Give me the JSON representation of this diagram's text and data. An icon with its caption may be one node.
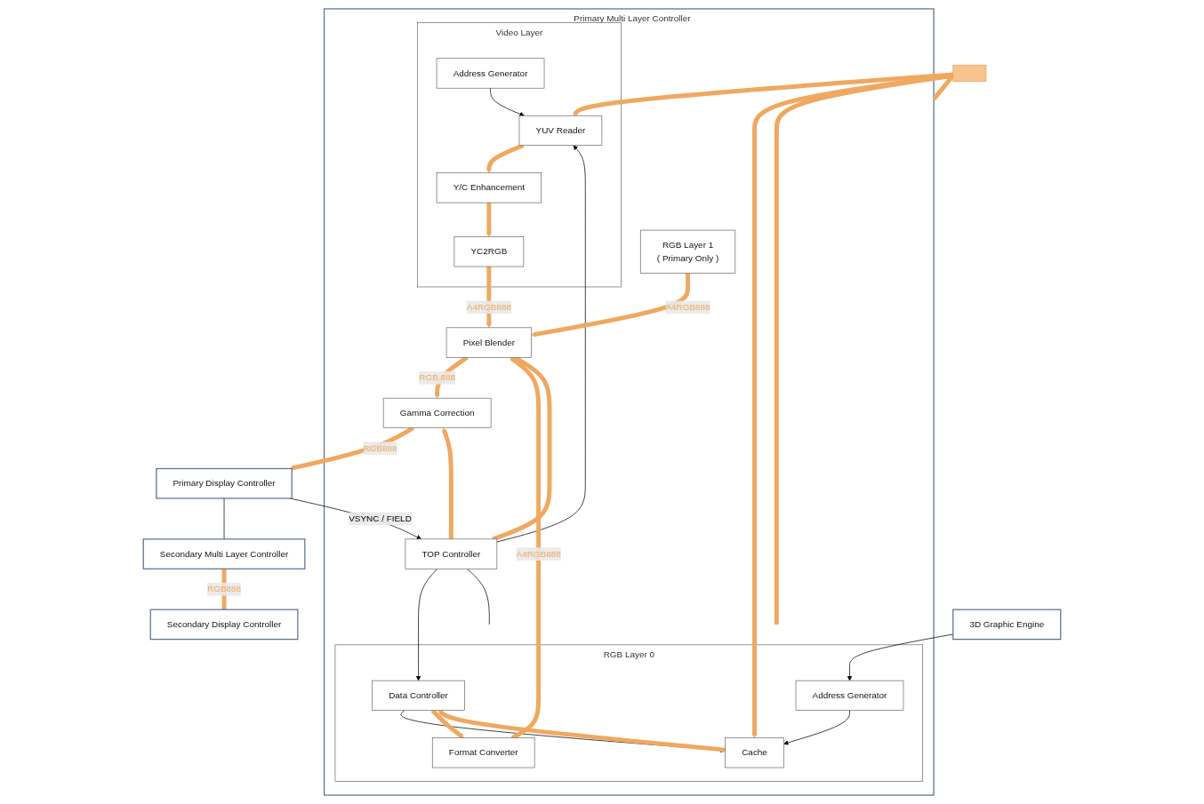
{
  "diagram": {
    "nodes": [
      {
        "text": [
          "Secondary Multi Layer Controller"
        ]
      },
      {
        "text": [
          "Primary Multi Layer Controller"
        ]
      },
      {
        "text": [
          "Video Layer"
        ],
        "in": 1
      },
      {
        "text": [
          "YUV Reader"
        ],
        "in": 2
      },
      {
        "text": [
          "Y/C Enhancement"
        ],
        "in": 2
      },
      {
        "text": [
          "Address Generator"
        ],
        "in": 2
      },
      {
        "text": [
          "YC2RGB"
        ],
        "in": 2
      },
      {
        "text": [
          "TOP Controller"
        ],
        "in": 1
      },
      {
        "text": [
          "RGB Layer 1",
          "( Primary Only )"
        ],
        "in": 1
      },
      {
        "text": [
          "RGB Layer 0"
        ],
        "in": 1
      },
      {
        "text": [
          "Cache"
        ],
        "in": 9
      },
      {
        "text": [
          "Data Controller"
        ],
        "in": 9
      },
      {
        "text": [
          "Address Generator"
        ],
        "in": 9
      },
      {
        "text": [
          "Format Converter"
        ],
        "in": 9
      },
      {
        "text": [
          "Pixel Blender"
        ],
        "in": 1
      },
      {
        "text": [
          "Gamma Correction"
        ],
        "in": 1
      },
      {
        "text": [
          "Primary Display Controller"
        ]
      },
      {
        "text": [
          "Secondary Display Controller"
        ]
      },
      {
        "text": [
          "3D Graphic Engine"
        ]
      },
      {
        "text": [],
        "shape": "bar"
      }
    ],
    "edges": [
      {
        "from": 19,
        "to": 3,
        "arrow": "to"
      },
      {
        "from": 19,
        "to": 10,
        "arrow": "to"
      },
      {
        "from": 19,
        "to": 1,
        "arrow": "none"
      },
      {
        "from": 19,
        "to": 9,
        "arrow": "none"
      },
      {
        "from": 7,
        "to": 3,
        "arrow": "to",
        "color": "#000000"
      },
      {
        "from": 5,
        "to": 3,
        "arrow": "to",
        "color": "#000000"
      },
      {
        "from": 3,
        "to": 4,
        "arrow": "to"
      },
      {
        "from": 4,
        "to": 6,
        "arrow": "to"
      },
      {
        "from": 6,
        "to": 14,
        "arrow": "to",
        "label": "A4RGB888"
      },
      {
        "from": 7,
        "to": 11,
        "arrow": "to",
        "color": "#000000"
      },
      {
        "from": 7,
        "to": 9,
        "arrow": "none",
        "color": "#000000"
      },
      {
        "from": 11,
        "to": 10,
        "arrow": "to",
        "color": "#000000"
      },
      {
        "from": 12,
        "to": 10,
        "arrow": "to",
        "color": "#000000"
      },
      {
        "from": 18,
        "to": 12,
        "arrow": "to",
        "color": "#000000"
      },
      {
        "from": 10,
        "to": 11,
        "arrow": "to"
      },
      {
        "from": 11,
        "to": 13,
        "arrow": "to"
      },
      {
        "from": 8,
        "to": 14,
        "arrow": "to",
        "label": "A4RGB888"
      },
      {
        "from": 13,
        "to": 14,
        "arrow": "to",
        "label": "A4RGB888"
      },
      {
        "from": 7,
        "to": 14,
        "arrow": "to"
      },
      {
        "from": 7,
        "to": 15,
        "arrow": "to"
      },
      {
        "from": 14,
        "to": 15,
        "arrow": "to",
        "label": "RGB 888"
      },
      {
        "from": 15,
        "to": 16,
        "arrow": "to",
        "label": "RGB888"
      },
      {
        "from": 0,
        "to": 17,
        "arrow": "none",
        "label": "RGB888"
      },
      {
        "from": 16,
        "to": 7,
        "arrow": "to",
        "label": "VSYNC / FIELD",
        "color": "#000000"
      },
      {
        "from": 16,
        "to": 0,
        "arrow": "none",
        "color": "#000000"
      }
    ]
  }
}
